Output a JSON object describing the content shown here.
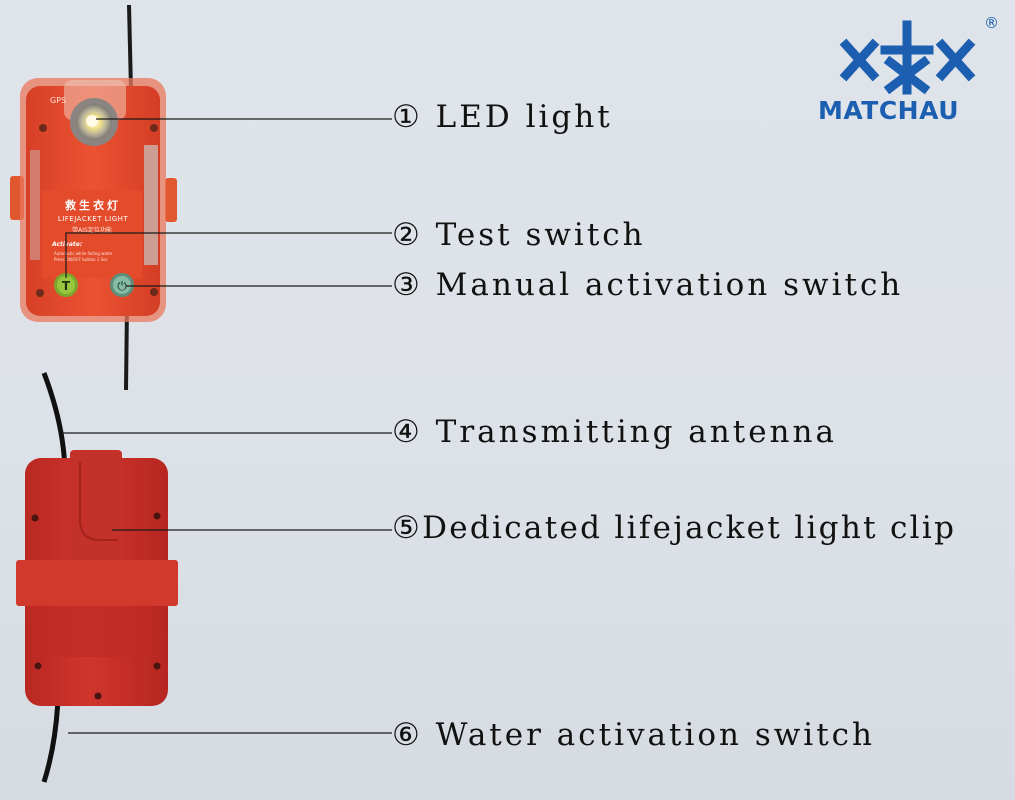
{
  "brand": {
    "name": "MATCHAU",
    "registered_mark": "®",
    "color": "#1c5fb0"
  },
  "device_front": {
    "gps_label": "GPS",
    "chinese_title": "救生衣灯",
    "english_title": "LIFEJACKET LIGHT",
    "activate_label": "Activate:",
    "activate_line_1": "Automatic while falling water",
    "activate_line_2": "Press ON/OFF button 1 Sec",
    "ais_label": "带AIS定位功能",
    "test_button_glyph": "T",
    "power_button_glyph": "⏻",
    "body_color": "#e04a2b",
    "test_button_color": "#8fc23a",
    "power_button_color": "#7fb4a0"
  },
  "device_back": {
    "body_color": "#c8302a"
  },
  "callouts": [
    {
      "number": "①",
      "label": "LED light"
    },
    {
      "number": "②",
      "label": "Test switch"
    },
    {
      "number": "③",
      "label": "Manual activation switch"
    },
    {
      "number": "④",
      "label": "Transmitting antenna"
    },
    {
      "number": "⑤",
      "label": "Dedicated lifejacket light clip"
    },
    {
      "number": "⑥",
      "label": "Water activation switch"
    }
  ]
}
